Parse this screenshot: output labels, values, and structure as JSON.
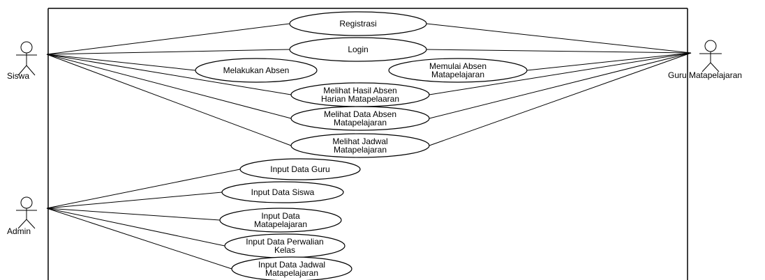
{
  "actors": {
    "siswa": "Siswa",
    "guru": "Guru Matapelajaran",
    "admin": "Admin"
  },
  "use_cases": {
    "registrasi": [
      "Registrasi"
    ],
    "login": [
      "Login"
    ],
    "melakukan_absen": [
      "Melakukan Absen"
    ],
    "memulai_absen": [
      "Memulai Absen",
      "Matapelajaran"
    ],
    "melihat_hasil_absen": [
      "Melihat Hasil Absen",
      "Harian Matapelaaran"
    ],
    "melihat_data_absen": [
      "Melihat Data Absen",
      "Matapelajaran"
    ],
    "melihat_jadwal": [
      "Melihat Jadwal",
      "Matapelajaran"
    ],
    "input_data_guru": [
      "Input Data Guru"
    ],
    "input_data_siswa": [
      "Input Data Siswa"
    ],
    "input_data_matapelajaran": [
      "Input Data",
      "Matapelajaran"
    ],
    "input_data_perwalian": [
      "Input Data Perwalian",
      "Kelas"
    ],
    "input_data_jadwal": [
      "Input Data Jadwal",
      "Matapelajaran"
    ]
  }
}
